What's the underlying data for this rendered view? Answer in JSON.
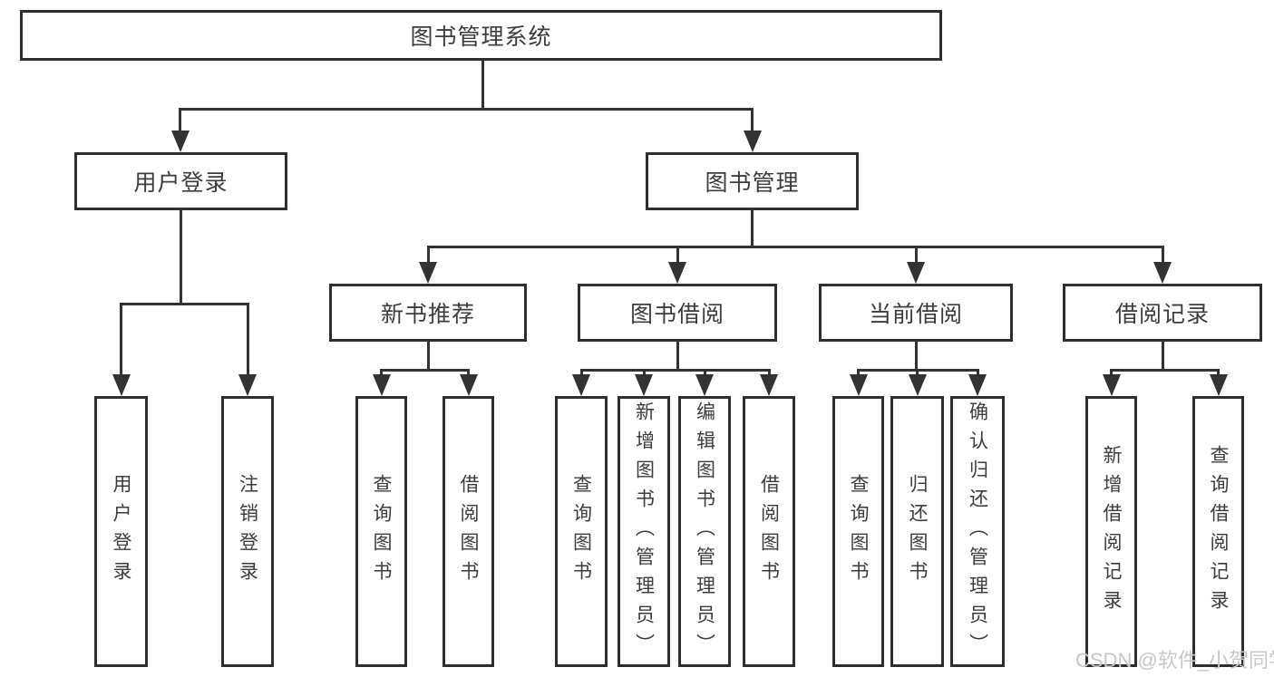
{
  "tree": {
    "root": "图书管理系统",
    "level2": [
      "用户登录",
      "图书管理"
    ],
    "level3": [
      "新书推荐",
      "图书借阅",
      "当前借阅",
      "借阅记录"
    ],
    "leaves": [
      [
        "用户登录",
        "注销登录"
      ],
      [
        "查询图书",
        "借阅图书"
      ],
      [
        "查询图书",
        "新增图书（管理员）",
        "编辑图书（管理员）",
        "借阅图书"
      ],
      [
        "查询图书",
        "归还图书",
        "确认归还（管理员）"
      ],
      [
        "新增借阅记录",
        "查询借阅记录"
      ]
    ]
  },
  "watermark": "CSDN @软件_小贺同学",
  "colors": {
    "line": "#333333",
    "box_border": "#2e2e2e",
    "text": "#3c3c3c",
    "watermark": "#c8c8c8",
    "background": "#ffffff"
  }
}
